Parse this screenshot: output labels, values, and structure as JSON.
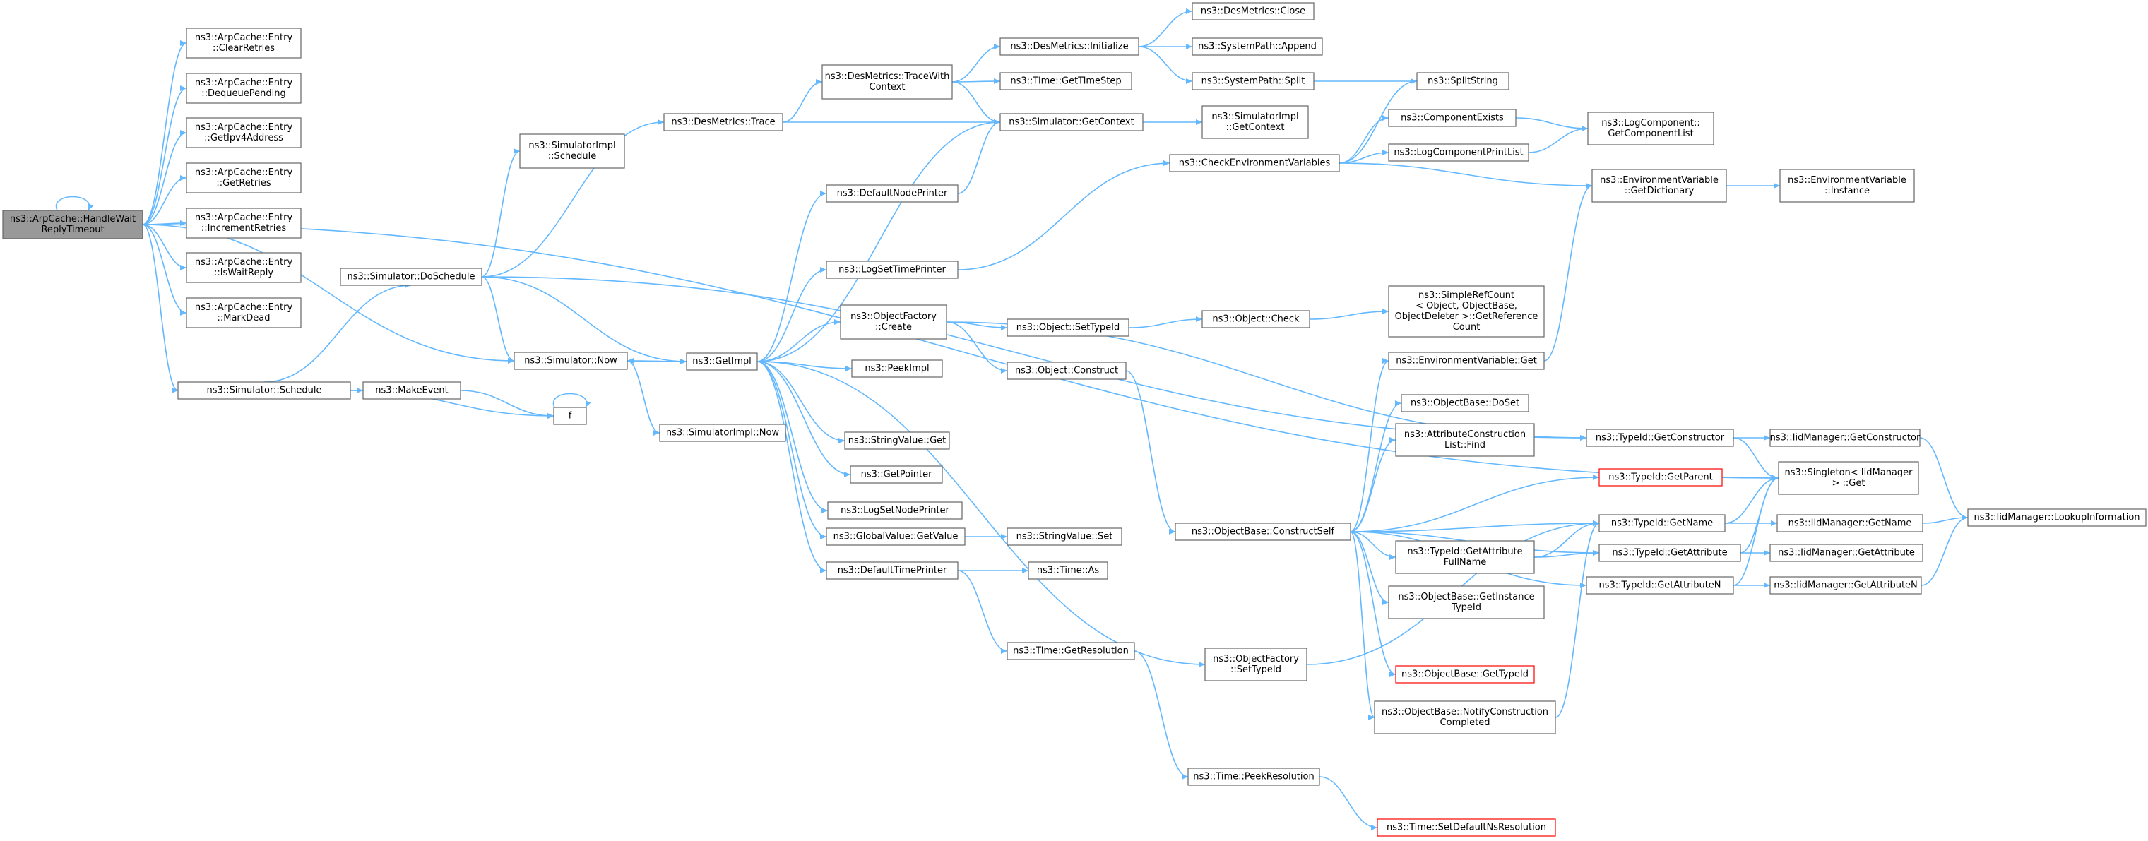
{
  "colors": {
    "edge": "#63b8ff",
    "node_border": "#666666",
    "root_fill": "#999999",
    "truncated_border": "#ff0000"
  },
  "nodes": [
    {
      "id": "root",
      "lines": [
        "ns3::ArpCache::HandleWait",
        "ReplyTimeout"
      ],
      "root": true
    },
    {
      "id": "clr",
      "lines": [
        "ns3::ArpCache::Entry",
        "::ClearRetries"
      ]
    },
    {
      "id": "deq",
      "lines": [
        "ns3::ArpCache::Entry",
        "::DequeuePending"
      ]
    },
    {
      "id": "getip",
      "lines": [
        "ns3::ArpCache::Entry",
        "::GetIpv4Address"
      ]
    },
    {
      "id": "getret",
      "lines": [
        "ns3::ArpCache::Entry",
        "::GetRetries"
      ]
    },
    {
      "id": "inc",
      "lines": [
        "ns3::ArpCache::Entry",
        "::IncrementRetries"
      ]
    },
    {
      "id": "isw",
      "lines": [
        "ns3::ArpCache::Entry",
        "::IsWaitReply"
      ]
    },
    {
      "id": "mark",
      "lines": [
        "ns3::ArpCache::Entry",
        "::MarkDead"
      ]
    },
    {
      "id": "simsched",
      "lines": [
        "ns3::Simulator::Schedule"
      ]
    },
    {
      "id": "doschedule",
      "lines": [
        "ns3::Simulator::DoSchedule"
      ]
    },
    {
      "id": "implsched",
      "lines": [
        "ns3::SimulatorImpl",
        "::Schedule"
      ]
    },
    {
      "id": "now",
      "lines": [
        "ns3::Simulator::Now"
      ]
    },
    {
      "id": "makeevent",
      "lines": [
        "ns3::MakeEvent"
      ]
    },
    {
      "id": "f",
      "lines": [
        "f"
      ]
    },
    {
      "id": "implnow",
      "lines": [
        "ns3::SimulatorImpl::Now"
      ]
    },
    {
      "id": "trace",
      "lines": [
        "ns3::DesMetrics::Trace"
      ]
    },
    {
      "id": "getimpl",
      "lines": [
        "ns3::GetImpl"
      ]
    },
    {
      "id": "tracectx",
      "lines": [
        "ns3::DesMetrics::TraceWith",
        "Context"
      ]
    },
    {
      "id": "dninit",
      "lines": [
        "ns3::DesMetrics::Initialize"
      ]
    },
    {
      "id": "dnclose",
      "lines": [
        "ns3::DesMetrics::Close"
      ]
    },
    {
      "id": "spappend",
      "lines": [
        "ns3::SystemPath::Append"
      ]
    },
    {
      "id": "spsplit",
      "lines": [
        "ns3::SystemPath::Split"
      ]
    },
    {
      "id": "timestep",
      "lines": [
        "ns3::Time::GetTimeStep"
      ]
    },
    {
      "id": "getctx",
      "lines": [
        "ns3::Simulator::GetContext"
      ]
    },
    {
      "id": "implgetctx",
      "lines": [
        "ns3::SimulatorImpl",
        "::GetContext"
      ]
    },
    {
      "id": "splitstring",
      "lines": [
        "ns3::SplitString"
      ]
    },
    {
      "id": "compexists",
      "lines": [
        "ns3::ComponentExists"
      ]
    },
    {
      "id": "logcomplist",
      "lines": [
        "ns3::LogComponent::",
        "GetComponentList"
      ]
    },
    {
      "id": "logprintlist",
      "lines": [
        "ns3::LogComponentPrintList"
      ]
    },
    {
      "id": "checkenv",
      "lines": [
        "ns3::CheckEnvironmentVariables"
      ]
    },
    {
      "id": "envdict",
      "lines": [
        "ns3::EnvironmentVariable",
        "::GetDictionary"
      ]
    },
    {
      "id": "envinst",
      "lines": [
        "ns3::EnvironmentVariable",
        "::Instance"
      ]
    },
    {
      "id": "defnode",
      "lines": [
        "ns3::DefaultNodePrinter"
      ]
    },
    {
      "id": "logsettime",
      "lines": [
        "ns3::LogSetTimePrinter"
      ]
    },
    {
      "id": "objcreate",
      "lines": [
        "ns3::ObjectFactory",
        "::Create"
      ]
    },
    {
      "id": "settypeid",
      "lines": [
        "ns3::Object::SetTypeId"
      ]
    },
    {
      "id": "objcheck",
      "lines": [
        "ns3::Object::Check"
      ]
    },
    {
      "id": "refcount",
      "lines": [
        "ns3::SimpleRefCount",
        "< Object, ObjectBase,",
        "ObjectDeleter >::GetReference",
        "Count"
      ]
    },
    {
      "id": "objconstruct",
      "lines": [
        "ns3::Object::Construct"
      ]
    },
    {
      "id": "peekimpl",
      "lines": [
        "ns3::PeekImpl"
      ]
    },
    {
      "id": "envget",
      "lines": [
        "ns3::EnvironmentVariable::Get"
      ]
    },
    {
      "id": "dodispose",
      "lines": [
        "ns3::ObjectBase::DoSet"
      ]
    },
    {
      "id": "attrfind",
      "lines": [
        "ns3::AttributeConstruction",
        "List::Find"
      ]
    },
    {
      "id": "strget",
      "lines": [
        "ns3::StringValue::Get"
      ]
    },
    {
      "id": "getptr",
      "lines": [
        "ns3::GetPointer"
      ]
    },
    {
      "id": "logsetnode",
      "lines": [
        "ns3::LogSetNodePrinter"
      ]
    },
    {
      "id": "gvget",
      "lines": [
        "ns3::GlobalValue::GetValue"
      ]
    },
    {
      "id": "strset",
      "lines": [
        "ns3::StringValue::Set"
      ]
    },
    {
      "id": "deftime",
      "lines": [
        "ns3::DefaultTimePrinter"
      ]
    },
    {
      "id": "timeas",
      "lines": [
        "ns3::Time::As"
      ]
    },
    {
      "id": "constructself",
      "lines": [
        "ns3::ObjectBase::ConstructSelf"
      ]
    },
    {
      "id": "getattrfull",
      "lines": [
        "ns3::TypeId::GetAttribute",
        "FullName"
      ]
    },
    {
      "id": "getinsttid",
      "lines": [
        "ns3::ObjectBase::GetInstance",
        "TypeId"
      ]
    },
    {
      "id": "getres",
      "lines": [
        "ns3::Time::GetResolution"
      ]
    },
    {
      "id": "ofsettid",
      "lines": [
        "ns3::ObjectFactory",
        "::SetTypeId"
      ]
    },
    {
      "id": "obgettid",
      "lines": [
        "ns3::ObjectBase::GetTypeId"
      ],
      "truncated": true
    },
    {
      "id": "notify",
      "lines": [
        "ns3::ObjectBase::NotifyConstruction",
        "Completed"
      ]
    },
    {
      "id": "peekres",
      "lines": [
        "ns3::Time::PeekResolution"
      ]
    },
    {
      "id": "setdefres",
      "lines": [
        "ns3::Time::SetDefaultNsResolution"
      ],
      "truncated": true
    },
    {
      "id": "tgetctor",
      "lines": [
        "ns3::TypeId::GetConstructor"
      ]
    },
    {
      "id": "tgetparent",
      "lines": [
        "ns3::TypeId::GetParent"
      ],
      "truncated": true
    },
    {
      "id": "tgetname",
      "lines": [
        "ns3::TypeId::GetName"
      ]
    },
    {
      "id": "tgetattr",
      "lines": [
        "ns3::TypeId::GetAttribute"
      ]
    },
    {
      "id": "tgetattrn",
      "lines": [
        "ns3::TypeId::GetAttributeN"
      ]
    },
    {
      "id": "iidctor",
      "lines": [
        "ns3::IidManager::GetConstructor"
      ]
    },
    {
      "id": "singleton",
      "lines": [
        "ns3::Singleton< IidManager",
        "> ::Get"
      ]
    },
    {
      "id": "iidname",
      "lines": [
        "ns3::IidManager::GetName"
      ]
    },
    {
      "id": "iidattr",
      "lines": [
        "ns3::IidManager::GetAttribute"
      ]
    },
    {
      "id": "iidattrn",
      "lines": [
        "ns3::IidManager::GetAttributeN"
      ]
    },
    {
      "id": "lookup",
      "lines": [
        "ns3::IidManager::LookupInformation"
      ]
    }
  ],
  "edges": [
    [
      "root",
      "clr"
    ],
    [
      "root",
      "deq"
    ],
    [
      "root",
      "getip"
    ],
    [
      "root",
      "getret"
    ],
    [
      "root",
      "inc"
    ],
    [
      "root",
      "isw"
    ],
    [
      "root",
      "mark"
    ],
    [
      "root",
      "simsched"
    ],
    [
      "root",
      "now"
    ],
    [
      "root",
      "singleton"
    ],
    [
      "root",
      "root"
    ],
    [
      "simsched",
      "doschedule"
    ],
    [
      "simsched",
      "makeevent"
    ],
    [
      "simsched",
      "f"
    ],
    [
      "makeevent",
      "f"
    ],
    [
      "f",
      "f"
    ],
    [
      "doschedule",
      "implsched"
    ],
    [
      "doschedule",
      "trace"
    ],
    [
      "doschedule",
      "now"
    ],
    [
      "doschedule",
      "getimpl"
    ],
    [
      "doschedule",
      "tgetctor"
    ],
    [
      "now",
      "getimpl"
    ],
    [
      "now",
      "implnow"
    ],
    [
      "trace",
      "tracectx"
    ],
    [
      "trace",
      "getctx"
    ],
    [
      "tracectx",
      "dninit"
    ],
    [
      "tracectx",
      "timestep"
    ],
    [
      "tracectx",
      "getctx"
    ],
    [
      "dninit",
      "dnclose"
    ],
    [
      "dninit",
      "spappend"
    ],
    [
      "dninit",
      "spsplit"
    ],
    [
      "spsplit",
      "splitstring"
    ],
    [
      "getctx",
      "implgetctx"
    ],
    [
      "getimpl",
      "getctx"
    ],
    [
      "getimpl",
      "defnode"
    ],
    [
      "getimpl",
      "logsettime"
    ],
    [
      "getimpl",
      "objcreate"
    ],
    [
      "getimpl",
      "peekimpl"
    ],
    [
      "getimpl",
      "strget"
    ],
    [
      "getimpl",
      "getptr"
    ],
    [
      "getimpl",
      "logsetnode"
    ],
    [
      "getimpl",
      "gvget"
    ],
    [
      "getimpl",
      "deftime"
    ],
    [
      "getimpl",
      "ofsettid"
    ],
    [
      "getimpl",
      "now"
    ],
    [
      "defnode",
      "getctx"
    ],
    [
      "logsettime",
      "checkenv"
    ],
    [
      "checkenv",
      "splitstring"
    ],
    [
      "checkenv",
      "compexists"
    ],
    [
      "checkenv",
      "logprintlist"
    ],
    [
      "checkenv",
      "envdict"
    ],
    [
      "compexists",
      "logcomplist"
    ],
    [
      "logprintlist",
      "logcomplist"
    ],
    [
      "envdict",
      "envinst"
    ],
    [
      "objcreate",
      "settypeid"
    ],
    [
      "objcreate",
      "objconstruct"
    ],
    [
      "objcreate",
      "tgetctor"
    ],
    [
      "settypeid",
      "objcheck"
    ],
    [
      "objcheck",
      "refcount"
    ],
    [
      "objconstruct",
      "constructself"
    ],
    [
      "gvget",
      "strset"
    ],
    [
      "deftime",
      "timeas"
    ],
    [
      "deftime",
      "getres"
    ],
    [
      "getres",
      "peekres"
    ],
    [
      "peekres",
      "setdefres"
    ],
    [
      "envget",
      "envdict"
    ],
    [
      "constructself",
      "envget"
    ],
    [
      "constructself",
      "dodispose"
    ],
    [
      "constructself",
      "attrfind"
    ],
    [
      "constructself",
      "tgetparent"
    ],
    [
      "constructself",
      "tgetname"
    ],
    [
      "constructself",
      "getattrfull"
    ],
    [
      "constructself",
      "tgetattr"
    ],
    [
      "constructself",
      "getinsttid"
    ],
    [
      "constructself",
      "obgettid"
    ],
    [
      "constructself",
      "notify"
    ],
    [
      "constructself",
      "tgetattrn"
    ],
    [
      "getattrfull",
      "tgetname"
    ],
    [
      "getattrfull",
      "tgetattr"
    ],
    [
      "ofsettid",
      "tgetname"
    ],
    [
      "notify",
      "tgetname"
    ],
    [
      "tgetctor",
      "iidctor"
    ],
    [
      "tgetctor",
      "singleton"
    ],
    [
      "tgetparent",
      "singleton"
    ],
    [
      "tgetname",
      "singleton"
    ],
    [
      "tgetname",
      "iidname"
    ],
    [
      "tgetattr",
      "singleton"
    ],
    [
      "tgetattr",
      "iidattr"
    ],
    [
      "tgetattrn",
      "singleton"
    ],
    [
      "tgetattrn",
      "iidattrn"
    ],
    [
      "iidctor",
      "lookup"
    ],
    [
      "iidname",
      "lookup"
    ],
    [
      "iidattrn",
      "lookup"
    ]
  ]
}
